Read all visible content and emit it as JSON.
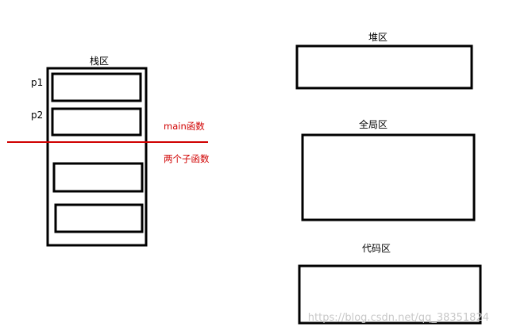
{
  "stack": {
    "title": "栈区",
    "slots": [
      {
        "label": "p1"
      },
      {
        "label": "p2"
      },
      {
        "label": ""
      },
      {
        "label": ""
      }
    ],
    "divider_above": "main函数",
    "divider_below": "两个子函数"
  },
  "heap": {
    "title": "堆区"
  },
  "global": {
    "title": "全局区"
  },
  "code": {
    "title": "代码区"
  },
  "watermark": "https://blog.csdn.net/qq_38351824",
  "colors": {
    "outline": "#000000",
    "divider": "#d00000",
    "watermark": "#c8c8c8"
  }
}
